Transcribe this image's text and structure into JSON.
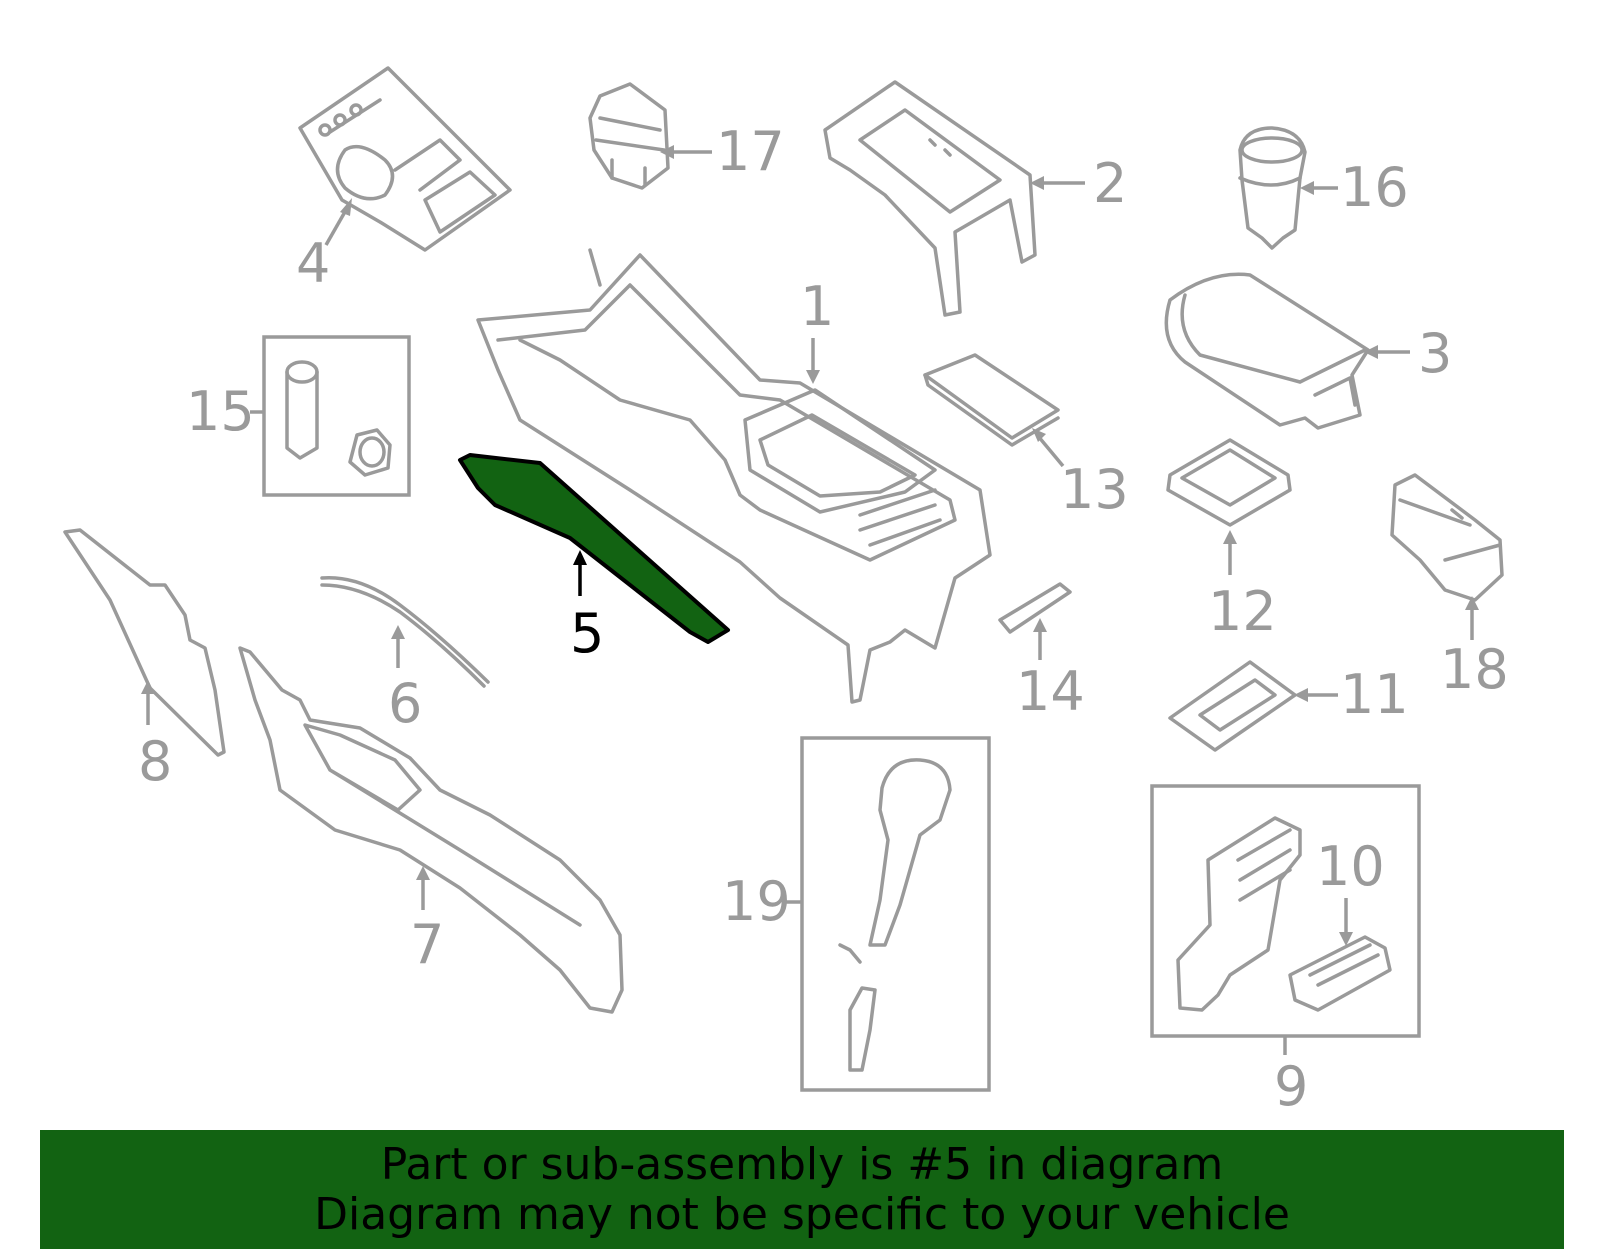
{
  "diagram": {
    "highlight_color": "#126312",
    "part_color": "#9a9a9a",
    "highlighted_callout": "5",
    "callouts": [
      "1",
      "2",
      "3",
      "4",
      "5",
      "6",
      "7",
      "8",
      "9",
      "10",
      "11",
      "12",
      "13",
      "14",
      "15",
      "16",
      "17",
      "18",
      "19"
    ]
  },
  "banner": {
    "line1": "Part or sub-assembly is #5 in diagram",
    "line2": "Diagram may not be specific to your vehicle"
  }
}
